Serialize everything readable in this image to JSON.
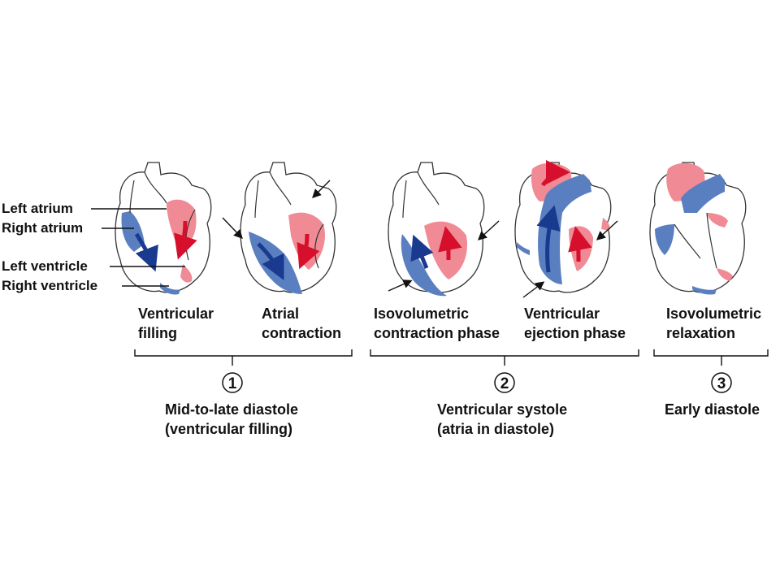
{
  "colors": {
    "oxygenated": "#f08b96",
    "deoxygenated": "#5a7fc0",
    "red_arrow": "#d6102c",
    "blue_arrow": "#1a3a8f"
  },
  "labels": {
    "left_atrium": "Left atrium",
    "right_atrium": "Right atrium",
    "left_ventricle": "Left ventricle",
    "right_ventricle": "Right ventricle"
  },
  "phases": [
    {
      "line1": "Ventricular",
      "line2": "filling"
    },
    {
      "line1": "Atrial",
      "line2": "contraction"
    },
    {
      "line1": "Isovolumetric",
      "line2": "contraction phase"
    },
    {
      "line1": "Ventricular",
      "line2": "ejection phase"
    },
    {
      "line1": "Isovolumetric",
      "line2": "relaxation"
    }
  ],
  "stages": [
    {
      "number": "1",
      "line1": "Mid-to-late diastole",
      "line2": "(ventricular filling)"
    },
    {
      "number": "2",
      "line1": "Ventricular systole",
      "line2": "(atria in diastole)"
    },
    {
      "number": "3",
      "line1": "Early diastole",
      "line2": ""
    }
  ]
}
